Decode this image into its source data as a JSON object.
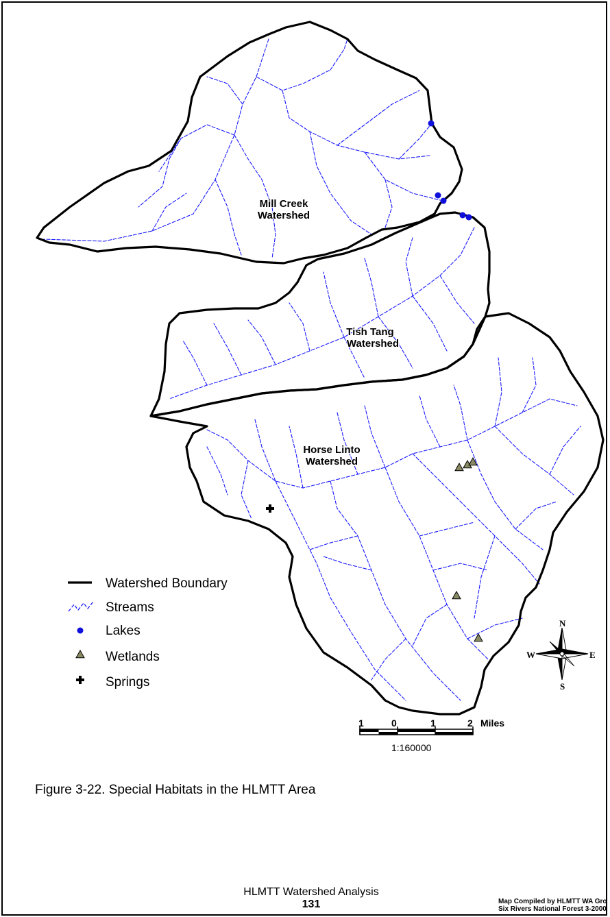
{
  "map": {
    "watersheds": [
      {
        "name_line1": "Mill Creek",
        "name_line2": "Watershed"
      },
      {
        "name_line1": "Tish Tang",
        "name_line2": "Watershed"
      },
      {
        "name_line1": "Horse Linto",
        "name_line2": "Watershed"
      }
    ],
    "colors": {
      "boundary": "#000000",
      "streams": "#1a1aff",
      "lakes": "#1010dd",
      "wetland_fill": "#8a8a64",
      "springs": "#000000"
    }
  },
  "legend": {
    "items": [
      {
        "label": "Watershed Boundary",
        "icon": "boundary-line-icon"
      },
      {
        "label": "Streams",
        "icon": "stream-line-icon"
      },
      {
        "label": "Lakes",
        "icon": "lake-dot-icon"
      },
      {
        "label": "Wetlands",
        "icon": "wetland-triangle-icon"
      },
      {
        "label": "Springs",
        "icon": "spring-cross-icon"
      }
    ]
  },
  "compass": {
    "n": "N",
    "s": "S",
    "e": "E",
    "w": "W"
  },
  "scale": {
    "ticks": [
      "1",
      "0",
      "1",
      "2"
    ],
    "unit": "Miles",
    "ratio": "1:160000"
  },
  "caption": "Figure 3-22.  Special Habitats in the HLMTT Area",
  "footer": {
    "title": "HLMTT Watershed Analysis",
    "page": "131",
    "credit_line1": "Map Compiled by HLMTT WA Group",
    "credit_line2": "Six Rivers National Forest  3-2000"
  }
}
